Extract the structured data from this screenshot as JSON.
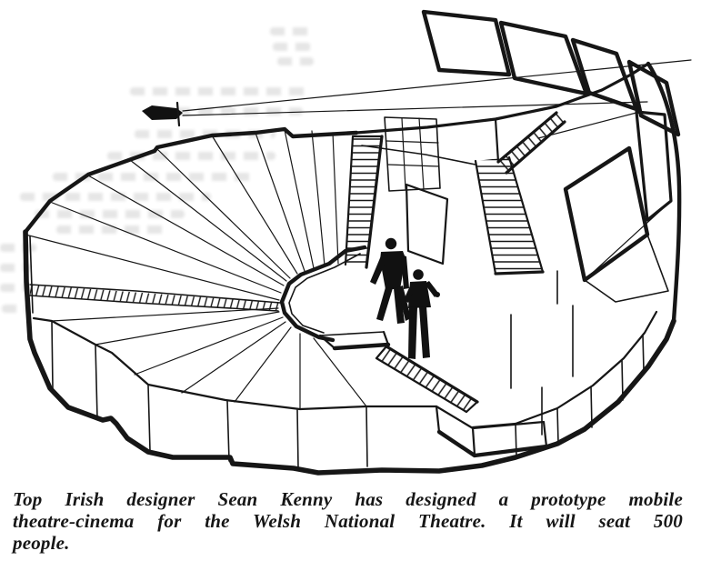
{
  "document": {
    "kind": "printed press clipping with line illustration"
  },
  "illustration": {
    "description": "Cutaway perspective line drawing of a circular mobile theatre-cinema: spiral tiered seating fans around a central stage floor, connected by staircases, with tilted projection screens around the rim, a film projector beaming light across the auditorium, and two human silhouettes standing on the stage.",
    "parts": [
      "spiral tiered seating",
      "faceted outer wall",
      "central stage floor",
      "spiral aisle steps",
      "long staircase",
      "upper staircase",
      "front ramp steps",
      "projection screens",
      "film projector",
      "projector light beams",
      "two human figures",
      "stage floor markings",
      "ink bleed-through artifacts"
    ]
  },
  "caption": {
    "lines": [
      "Top Irish designer Sean Kenny has designed a prototype mobile",
      "theatre-cinema for the Welsh National Theatre. It will seat 500",
      "people."
    ],
    "full_text": "Top Irish designer Sean Kenny has designed a prototype mobile theatre-cinema for the Welsh National Theatre. It will seat 500 people."
  },
  "colors": {
    "paper": "#ffffff",
    "ink": "#161616"
  }
}
